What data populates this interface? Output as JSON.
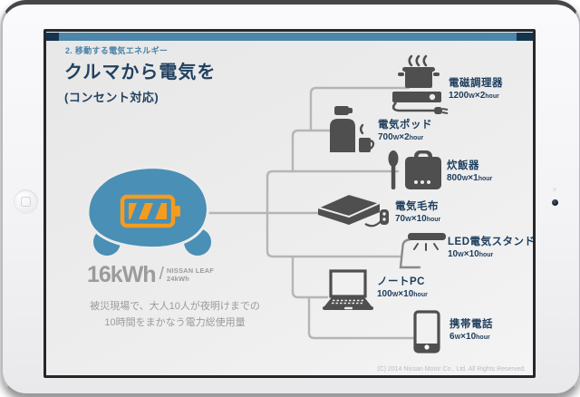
{
  "theme": {
    "accent_blue": "#4c86a8",
    "bar_navy": "#14344e",
    "text_navy": "#1d3d5c",
    "car_blue": "#4a8fb5",
    "battery_orange": "#f39c1f",
    "icon_gray": "#4f4f4f",
    "connector_gray": "#b5b5b5",
    "muted_gray": "#9b9b9b"
  },
  "slide": {
    "kicker": "2. 移動する電気エネルギー",
    "title": "クルマから電気を",
    "subtitle": "(コンセント対応)",
    "car": {
      "capacity": "16kWh",
      "divider": "/",
      "model": "NISSAN LEAF",
      "model_capacity": "24kWh",
      "caption_line1": "被災現場で、大人10人が夜明けまでの",
      "caption_line2": "10時間をまかなう電力総使用量"
    },
    "spec_separator": "×",
    "appliances": [
      {
        "label": "電磁調理器",
        "power": "1200",
        "power_unit": "W",
        "time": "2",
        "time_unit": "hour"
      },
      {
        "label": "電気ポッド",
        "power": "700",
        "power_unit": "W",
        "time": "2",
        "time_unit": "hour"
      },
      {
        "label": "炊飯器",
        "power": "800",
        "power_unit": "W",
        "time": "1",
        "time_unit": "hour"
      },
      {
        "label": "電気毛布",
        "power": "70",
        "power_unit": "W",
        "time": "10",
        "time_unit": "hour"
      },
      {
        "label": "LED電気スタンド",
        "power": "10",
        "power_unit": "W",
        "time": "10",
        "time_unit": "hour"
      },
      {
        "label": "ノートPC",
        "power": "100",
        "power_unit": "W",
        "time": "10",
        "time_unit": "hour"
      },
      {
        "label": "携帯電話",
        "power": "6",
        "power_unit": "W",
        "time": "10",
        "time_unit": "hour"
      }
    ],
    "copyright": "(C) 2014 Nissan Motor Co., Ltd. All Rights Reserved."
  }
}
